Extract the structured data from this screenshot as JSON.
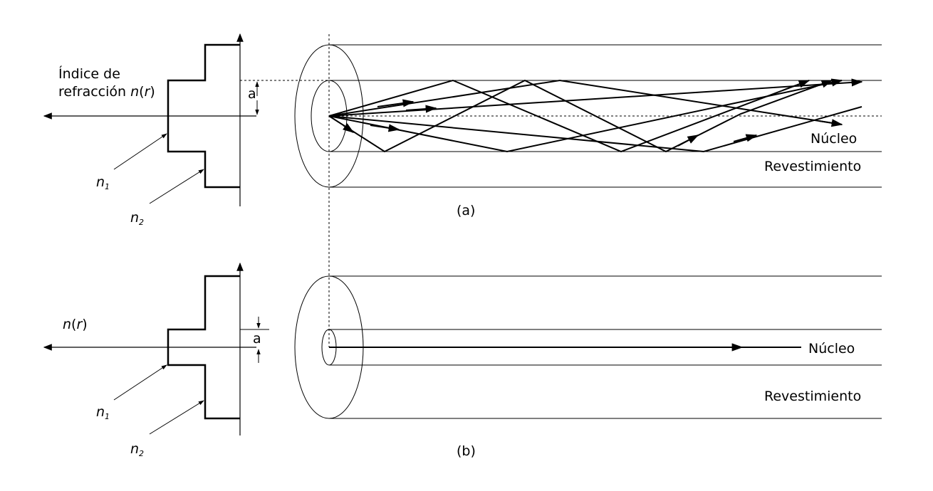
{
  "figure_a": {
    "axis_label_line1": "Índice de",
    "axis_label_line2": "refracción ",
    "n_of_r": "n",
    "r_var": "r",
    "radius_label": "a",
    "n1_base": "n",
    "n1_sub": "1",
    "n2_base": "n",
    "n2_sub": "2",
    "core_label": "Núcleo",
    "cladding_label": "Revestimiento",
    "caption": "(a)"
  },
  "figure_b": {
    "n_of_r": "n",
    "r_var": "r",
    "radius_label": "a",
    "n1_base": "n",
    "n1_sub": "1",
    "n2_base": "n",
    "n2_sub": "2",
    "core_label": "Núcleo",
    "cladding_label": "Revestimiento",
    "caption": "(b)"
  },
  "colors": {
    "ink": "#000000",
    "background": "#ffffff"
  }
}
